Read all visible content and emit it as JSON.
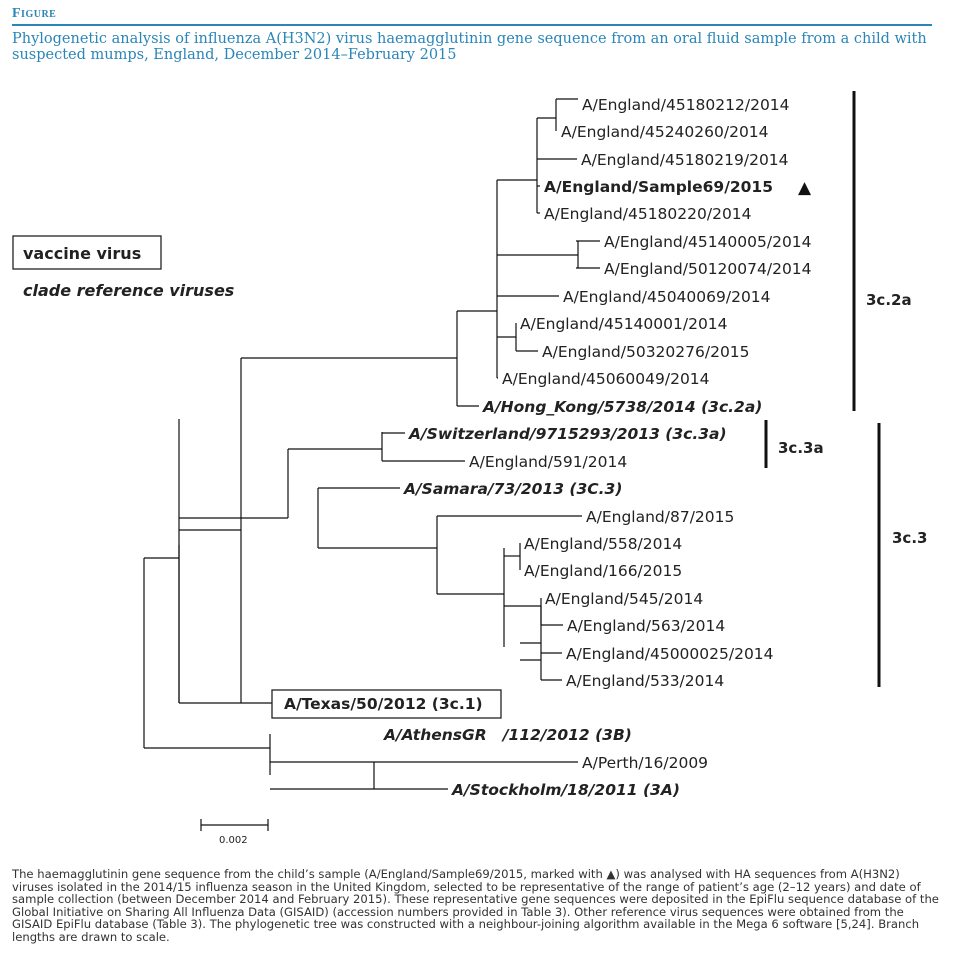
{
  "figure": {
    "label": "Figure",
    "caption": "Phylogenetic analysis of influenza A(H3N2) virus haemagglutinin gene sequence from an oral fluid sample from a child with suspected mumps, England, December 2014–February 2015"
  },
  "legend": {
    "vaccine_virus": "vaccine virus",
    "clade_reference": "clade reference viruses"
  },
  "tree": {
    "leaves": [
      {
        "id": "l1",
        "label": "A/England/45180212/2014",
        "style": "normal"
      },
      {
        "id": "l2",
        "label": "A/England/45240260/2014",
        "style": "normal"
      },
      {
        "id": "l3",
        "label": "A/England/45180219/2014",
        "style": "normal"
      },
      {
        "id": "l4",
        "label": "A/England/Sample69/2015",
        "style": "sample"
      },
      {
        "id": "l5",
        "label": "A/England/45180220/2014",
        "style": "normal"
      },
      {
        "id": "l6",
        "label": "A/England/45140005/2014",
        "style": "normal"
      },
      {
        "id": "l7",
        "label": "A/England/50120074/2014",
        "style": "normal"
      },
      {
        "id": "l8",
        "label": "A/England/45040069/2014",
        "style": "normal"
      },
      {
        "id": "l9",
        "label": "A/England/45140001/2014",
        "style": "normal"
      },
      {
        "id": "l10",
        "label": "A/England/50320276/2015",
        "style": "normal"
      },
      {
        "id": "l11",
        "label": "A/England/45060049/2014",
        "style": "normal"
      },
      {
        "id": "l12",
        "label": "A/Hong_Kong/5738/2014 (3c.2a)",
        "style": "reference"
      },
      {
        "id": "l13",
        "label": "A/Switzerland/9715293/2013 (3c.3a)",
        "style": "reference"
      },
      {
        "id": "l14",
        "label": "A/England/591/2014",
        "style": "normal"
      },
      {
        "id": "l15",
        "label": "A/Samara/73/2013 (3C.3)",
        "style": "reference"
      },
      {
        "id": "l16",
        "label": "A/England/87/2015",
        "style": "normal"
      },
      {
        "id": "l17",
        "label": "A/England/558/2014",
        "style": "normal"
      },
      {
        "id": "l18",
        "label": "A/England/166/2015",
        "style": "normal"
      },
      {
        "id": "l19",
        "label": "A/England/545/2014",
        "style": "normal"
      },
      {
        "id": "l20",
        "label": "A/England/563/2014",
        "style": "normal"
      },
      {
        "id": "l21",
        "label": "A/England/45000025/2014",
        "style": "normal"
      },
      {
        "id": "l22",
        "label": "A/England/533/2014",
        "style": "normal"
      },
      {
        "id": "l23",
        "label": "A/Texas/50/2012 (3c.1)",
        "style": "vaccine"
      },
      {
        "id": "l24",
        "label": "A/AthensGR   /112/2012 (3B)",
        "style": "reference"
      },
      {
        "id": "l25",
        "label": "A/Perth/16/2009",
        "style": "normal"
      },
      {
        "id": "l26",
        "label": "A/Stockholm/18/2011 (3A)",
        "style": "reference"
      }
    ],
    "sample_marker": "▲",
    "clades": [
      {
        "id": "c2a",
        "label": "3c.2a"
      },
      {
        "id": "c3a",
        "label": "3c.3a"
      },
      {
        "id": "c3",
        "label": "3c.3"
      }
    ],
    "scale_bar": {
      "label": "0.002"
    }
  },
  "notes": "The haemagglutinin gene sequence from the child’s sample (A/England/Sample69/2015, marked with ▲) was analysed with HA sequences from A(H3N2) viruses isolated in the 2014/15 influenza season in the United Kingdom, selected to be representative of the range of patient’s age (2–12 years) and date of sample collection (between December 2014 and February 2015). These representative gene sequences were deposited in the EpiFlu sequence database of the Global Initiative on Sharing All Influenza Data (GISAID) (accession numbers provided in Table 3). Other reference virus sequences were obtained from the GISAID EpiFlu database (Table 3). The phylogenetic tree was constructed with a neighbour-joining algorithm available in the Mega 6 software [5,24]. Branch lengths are drawn to scale."
}
